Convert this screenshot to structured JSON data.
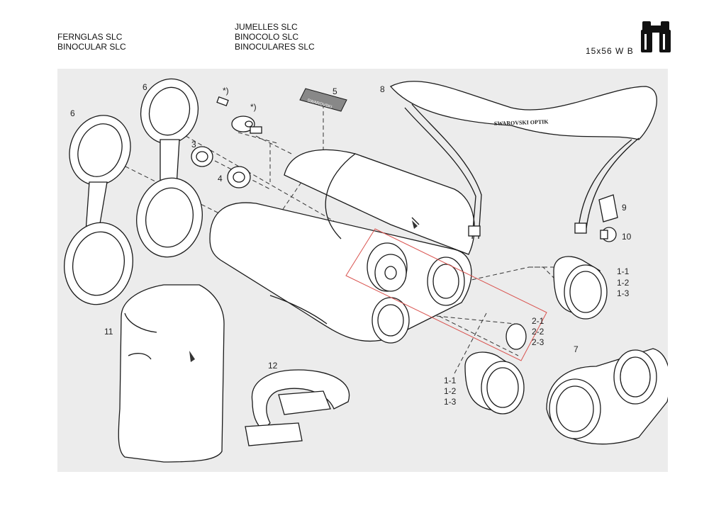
{
  "header": {
    "left_line1": "FERNGLAS SLC",
    "left_line2": "BINOCULAR SLC",
    "mid_line1": "JUMELLES SLC",
    "mid_line2": "BINOCOLO SLC",
    "mid_line3": "BINOCULARES SLC",
    "model_code": "15x56 W B"
  },
  "labels": {
    "p1_right": [
      "1-1",
      "1-2",
      "1-3"
    ],
    "p1_bottom": [
      "1-1",
      "1-2",
      "1-3"
    ],
    "p2": [
      "2-1",
      "2-2",
      "2-3"
    ],
    "p3": "3",
    "p4": "4",
    "p5": "5",
    "p6a": "6",
    "p6b": "6",
    "p7": "7",
    "p8": "8",
    "p9": "9",
    "p10": "10",
    "p11": "11",
    "p12": "12",
    "asterisk_a": "*)",
    "asterisk_b": "*)",
    "strap_brand": "SWAROVSKI OPTIK",
    "plate_brand": "SWAROVSKI"
  },
  "colors": {
    "panel_bg": "#ececec",
    "line": "#1a1a1a",
    "highlight_box": "#d9534f"
  },
  "icons": {
    "binocular": "binocular-icon",
    "hawk_logo": "swarovski-hawk-icon"
  }
}
